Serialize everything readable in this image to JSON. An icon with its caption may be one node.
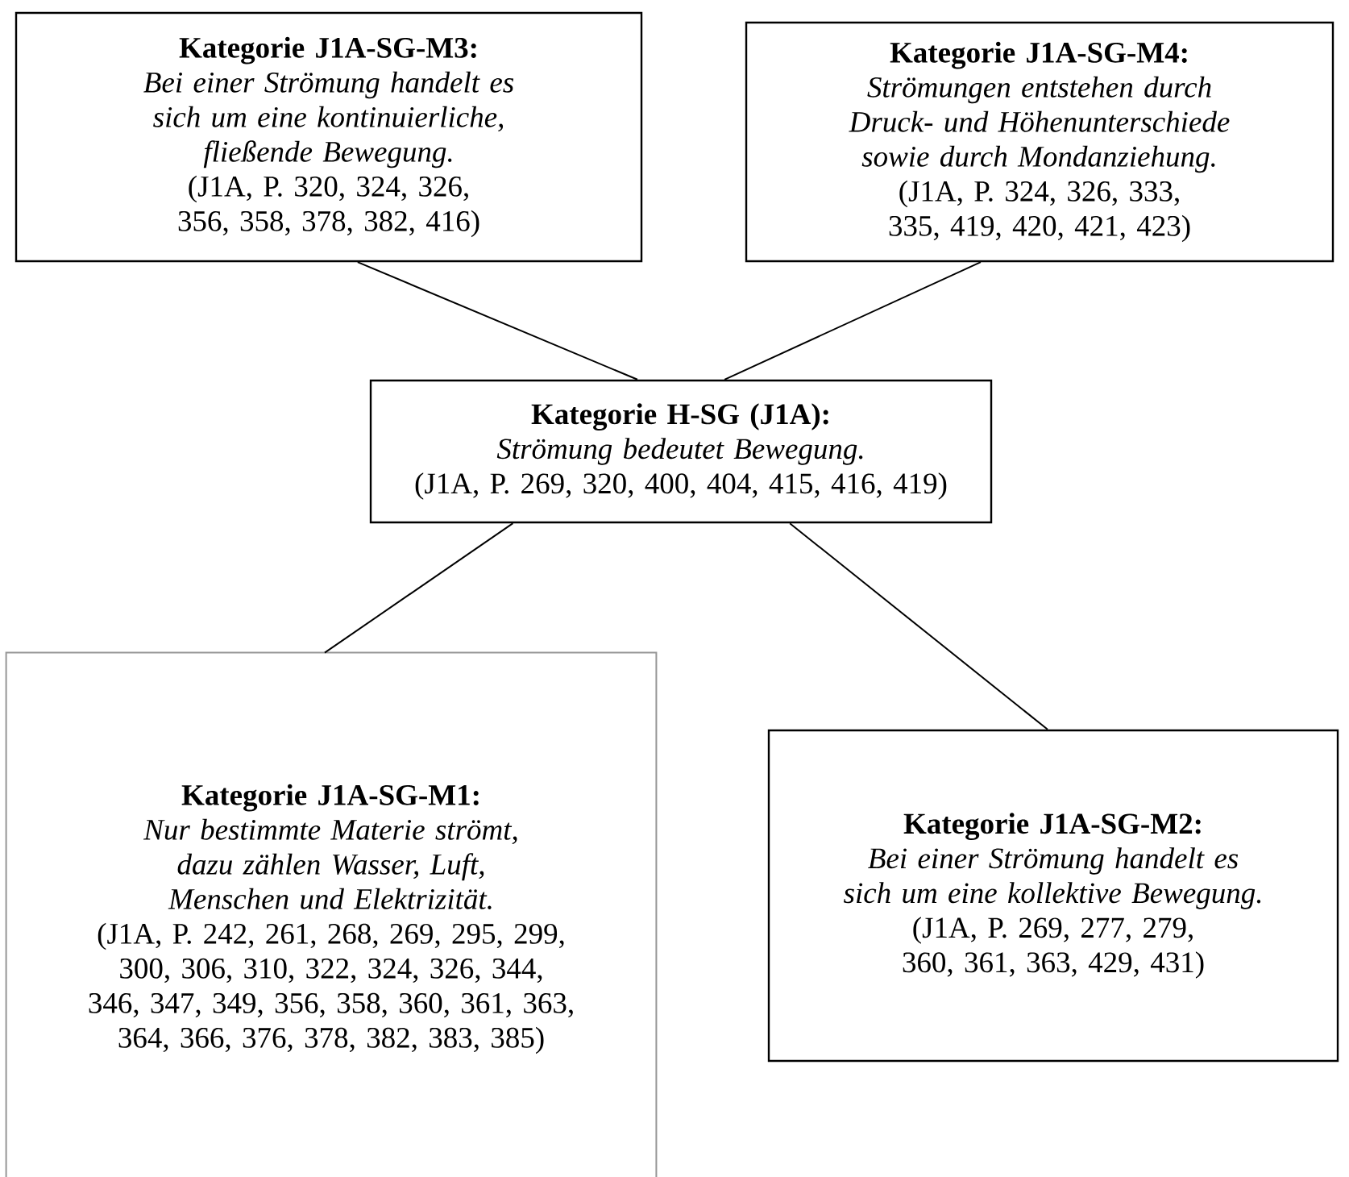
{
  "diagram": {
    "nodes": [
      {
        "text": [
          "Kategorie J1A-SG-M3:",
          "Bei einer Strömung handelt es sich um eine kontinuierliche, fließende Bewegung.",
          "(J1A, P. 320, 324, 326, 356, 358, 378, 382, 416)"
        ]
      },
      {
        "text": [
          "Kategorie J1A-SG-M4:",
          "Strömungen entstehen durch Druck- und Höhenunterschiede sowie durch Mondanziehung.",
          "(J1A, P. 324, 326, 333, 335, 419, 420, 421, 423)"
        ]
      },
      {
        "text": [
          "Kategorie H-SG (J1A):",
          "Strömung bedeutet Bewegung.",
          "(J1A, P. 269, 320, 400, 404, 415, 416, 419)"
        ]
      },
      {
        "text": [
          "Kategorie J1A-SG-M1:",
          "Nur bestimmte Materie strömt, dazu zählen Wasser, Luft, Menschen und Elektrizität.",
          "(J1A, P. 242, 261, 268, 269, 295, 299, 300, 306, 310, 322, 324, 326, 344, 346, 347, 349, 356, 358, 360, 361, 363, 364, 366, 376, 378, 382, 383, 385)"
        ]
      },
      {
        "text": [
          "Kategorie J1A-SG-M2:",
          "Bei einer Strömung handelt es sich um eine kollektive Bewegung.",
          "(J1A, P. 269, 277, 279, 360, 361, 363, 429, 431)"
        ]
      }
    ],
    "edges": [
      {
        "from": 0,
        "to": 2,
        "arrow": "none"
      },
      {
        "from": 1,
        "to": 2,
        "arrow": "none"
      },
      {
        "from": 2,
        "to": 3,
        "arrow": "none"
      },
      {
        "from": 2,
        "to": 4,
        "arrow": "none"
      }
    ]
  }
}
